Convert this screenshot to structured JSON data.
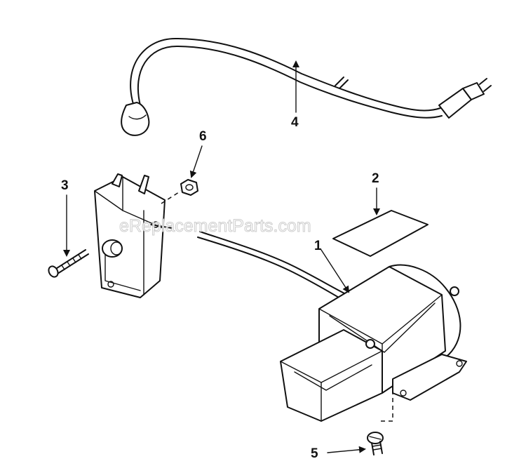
{
  "callouts": {
    "c1": "1",
    "c2": "2",
    "c3": "3",
    "c4": "4",
    "c5": "5",
    "c6": "6"
  },
  "watermark": "eReplacementParts.com"
}
